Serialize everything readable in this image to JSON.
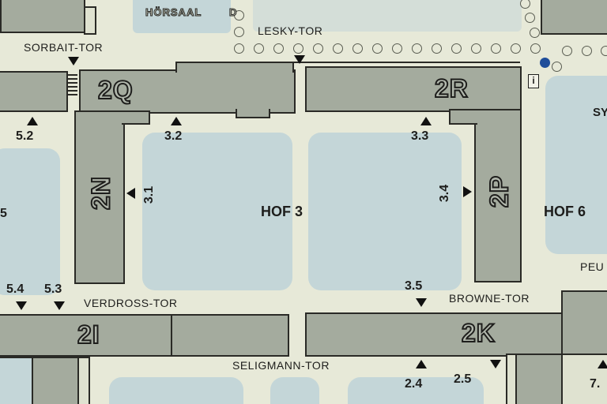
{
  "map": {
    "buildings": [
      {
        "id": "2Q",
        "label": "2Q"
      },
      {
        "id": "2R",
        "label": "2R"
      },
      {
        "id": "2N",
        "label": "2N"
      },
      {
        "id": "2P",
        "label": "2P"
      },
      {
        "id": "2I",
        "label": "2I"
      },
      {
        "id": "2K",
        "label": "2K"
      }
    ],
    "courtyards": [
      {
        "label": "HOF 3"
      },
      {
        "label": "HOF 6"
      },
      {
        "label": "SY"
      },
      {
        "label": "PEU"
      },
      {
        "label": "5"
      }
    ],
    "gates": [
      "SORBAIT-TOR",
      "LESKY-TOR",
      "VERDROSS-TOR",
      "BROWNE-TOR",
      "SELIGMANN-TOR"
    ],
    "building_labels": {
      "hoersaal": "HÖRSAAL",
      "hoersaal_letter": "D"
    },
    "entrances": [
      "5.2",
      "3.2",
      "3.3",
      "3.1",
      "3.4",
      "5.4",
      "5.3",
      "3.5",
      "2.4",
      "2.5",
      "7."
    ],
    "colors": {
      "building": "#a4ab9e",
      "courtyard": "#c4d6d8",
      "path": "#e7e9d8",
      "outline": "#2a2a26",
      "marker": "#1f4e9a"
    }
  }
}
